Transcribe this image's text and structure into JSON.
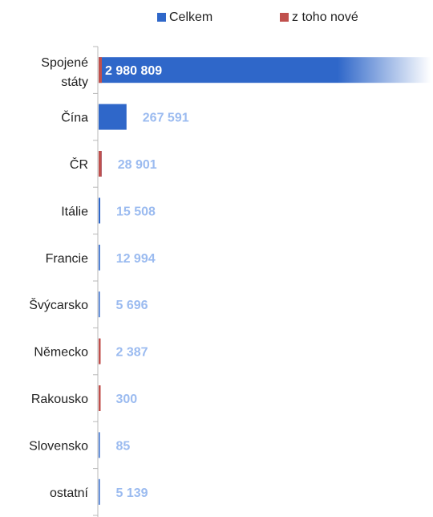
{
  "chart_data": {
    "type": "bar",
    "orientation": "horizontal",
    "legend": {
      "placement": "top",
      "items": [
        {
          "name": "Celkem",
          "color": "#2f67c9"
        },
        {
          "name": "z toho nové",
          "color": "#c0504d"
        }
      ]
    },
    "categories": [
      [
        "Spojené",
        "státy"
      ],
      [
        "Čína"
      ],
      [
        "ČR"
      ],
      [
        "Itálie"
      ],
      [
        "Francie"
      ],
      [
        "Švýcarsko"
      ],
      [
        "Německo"
      ],
      [
        "Rakousko"
      ],
      [
        "Slovensko"
      ],
      [
        "ostatní"
      ]
    ],
    "series": [
      {
        "name": "Celkem",
        "values": [
          2980809,
          267591,
          28901,
          15508,
          12994,
          5696,
          2387,
          300,
          85,
          5139
        ]
      },
      {
        "name": "z toho nové",
        "values": [
          30000,
          0,
          14000,
          0,
          0,
          0,
          1800,
          300,
          0,
          0
        ]
      }
    ],
    "data_labels": [
      "2 980 809",
      "267 591",
      "28 901",
      "15 508",
      "12 994",
      "5 696",
      "2 387",
      "300",
      "85",
      "5 139"
    ],
    "scale": {
      "type": "broken",
      "note": "first bar truncated with fade"
    },
    "grid": false,
    "colors": {
      "total": "#2f67c9",
      "new": "#c0504d",
      "label_on_bar": "#ffffff",
      "label_outside": "#9bbbf0",
      "axis": "#b8b8b8"
    }
  }
}
